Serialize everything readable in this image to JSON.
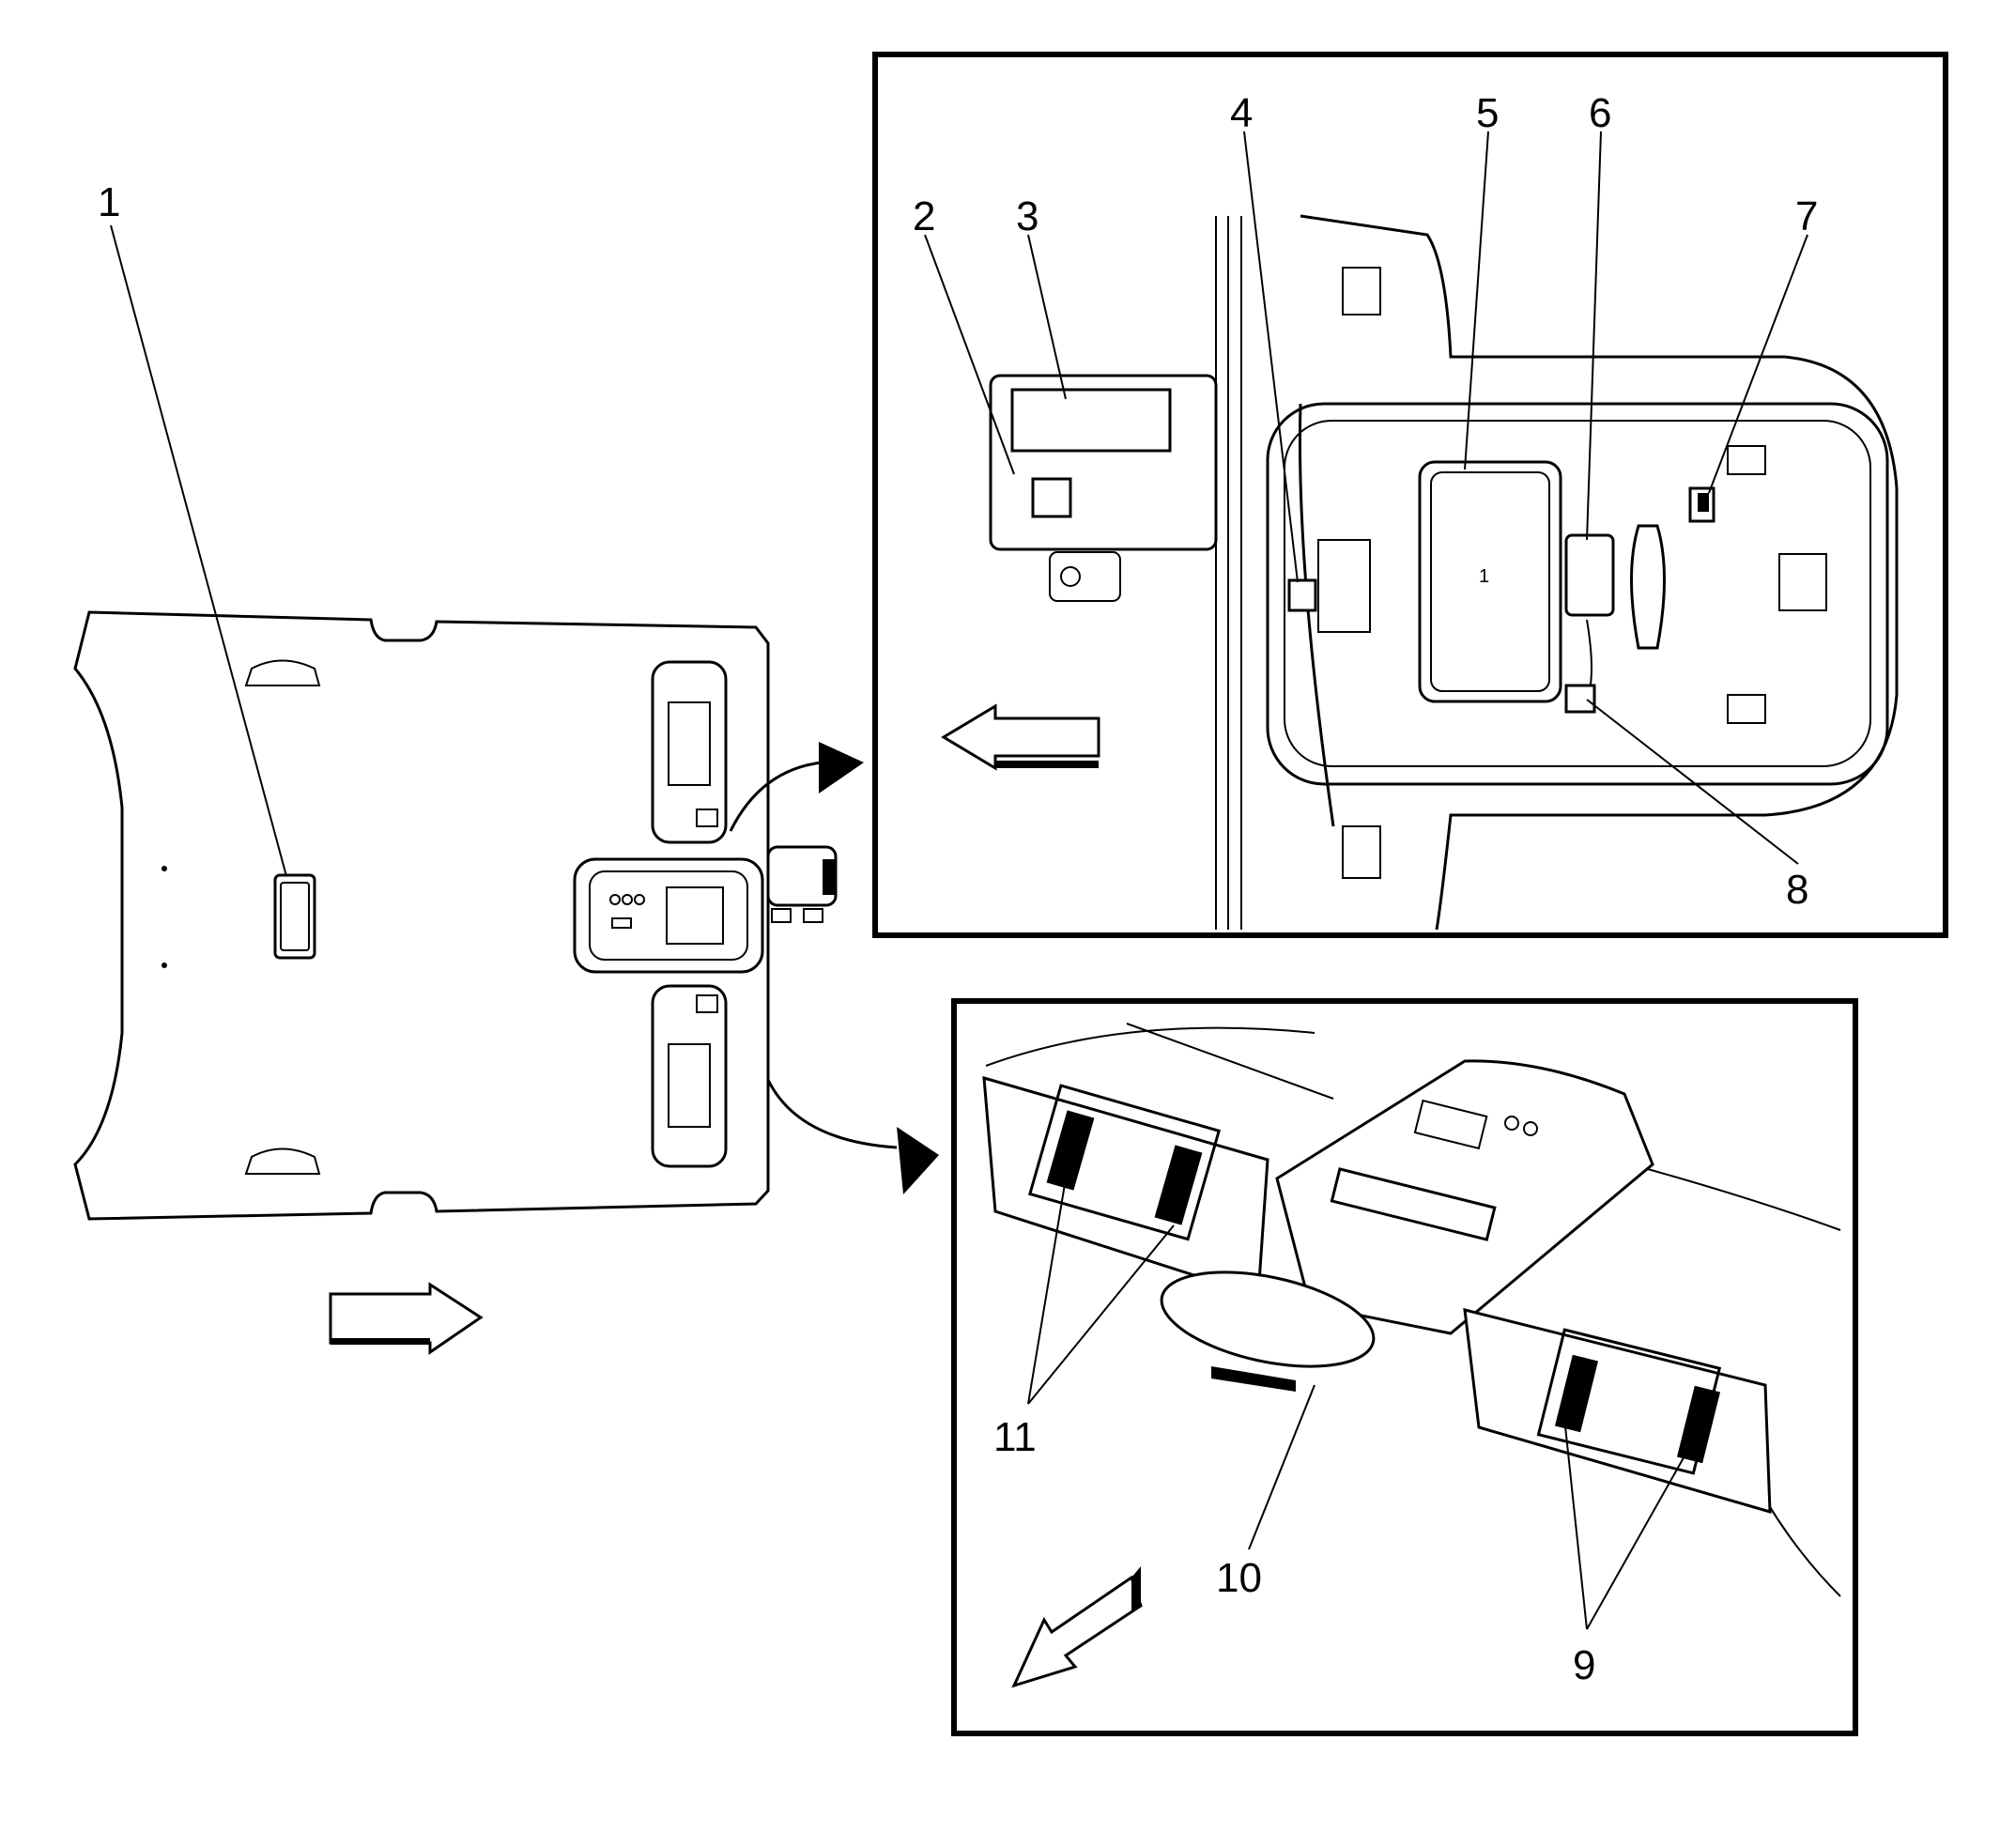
{
  "callouts": {
    "c1": "1",
    "c2": "2",
    "c3": "3",
    "c4": "4",
    "c5": "5",
    "c6": "6",
    "c7": "7",
    "c8": "8",
    "c9": "9",
    "c10": "10",
    "c11": "11"
  },
  "colors": {
    "line": "#000000",
    "background": "#ffffff"
  },
  "icons": [
    "direction-arrow-icon",
    "leader-arrow-icon"
  ]
}
